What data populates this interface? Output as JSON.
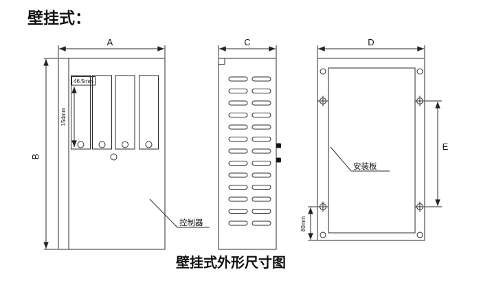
{
  "title": "壁挂式：",
  "caption": "壁挂式外形尺寸图",
  "front": {
    "dim_a": "A",
    "dim_b": "B",
    "slot_width": "46.5mm",
    "slot_height": "154mm",
    "callout": "控制器"
  },
  "side": {
    "dim_c": "C"
  },
  "back": {
    "dim_d": "D",
    "dim_e": "E",
    "offset": "80mm",
    "callout": "安装板"
  }
}
